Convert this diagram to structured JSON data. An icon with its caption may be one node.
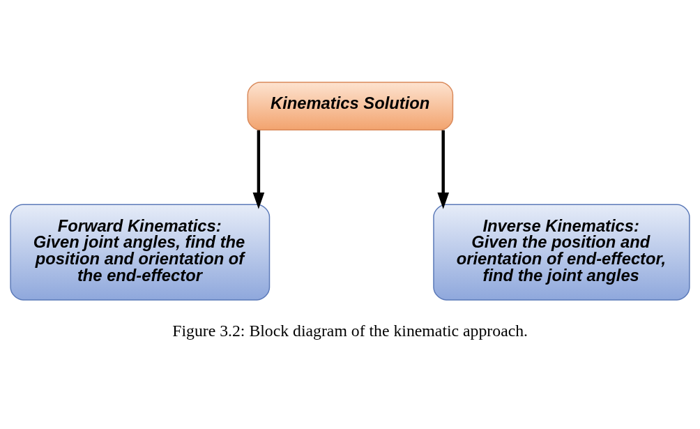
{
  "diagram": {
    "caption": "Figure 3.2: Block diagram of the kinematic approach.",
    "nodes": [
      {
        "text": [
          "Kinematics Solution"
        ]
      },
      {
        "text": [
          "Forward Kinematics:",
          "Given joint angles, find the position and orientation of the end-effector"
        ]
      },
      {
        "text": [
          "Inverse Kinematics:",
          "Given the position and orientation of end-effector, find the joint angles"
        ]
      }
    ],
    "edges": [
      {
        "from": 0,
        "to": 1,
        "arrow": "to"
      },
      {
        "from": 0,
        "to": 2,
        "arrow": "to"
      }
    ]
  }
}
